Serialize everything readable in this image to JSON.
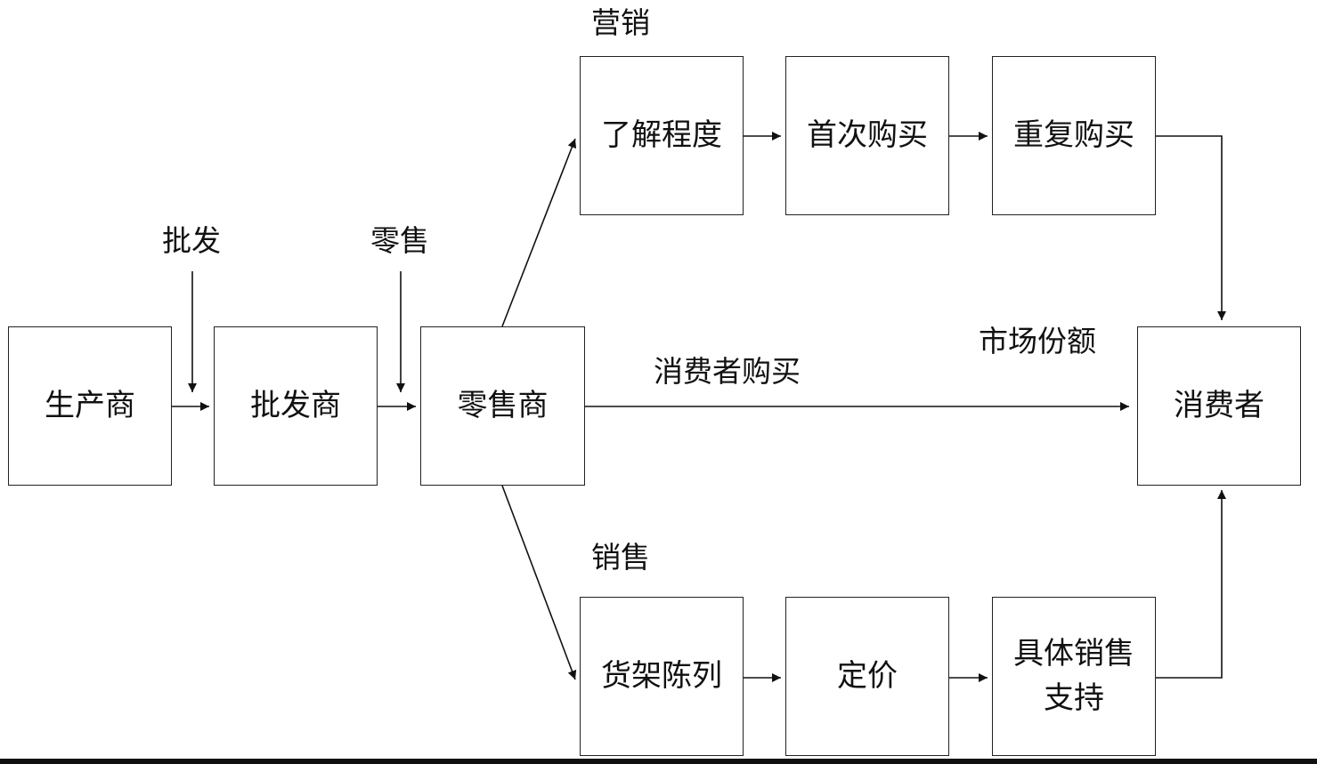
{
  "nodes": {
    "producer": "生产商",
    "wholesaler": "批发商",
    "retailer": "零售商",
    "consumer": "消费者",
    "awareness": "了解程度",
    "first_purchase": "首次购买",
    "repeat_purchase": "重复购买",
    "shelf_display": "货架陈列",
    "pricing": "定价",
    "sales_support_line1": "具体销售",
    "sales_support_line2": "支持"
  },
  "labels": {
    "wholesale": "批发",
    "retail": "零售",
    "marketing": "营销",
    "sales": "销售",
    "consumer_purchase": "消费者购买",
    "market_share": "市场份额"
  },
  "colors": {
    "line": "#111111",
    "box_border": "#222222",
    "background": "#ffffff"
  }
}
